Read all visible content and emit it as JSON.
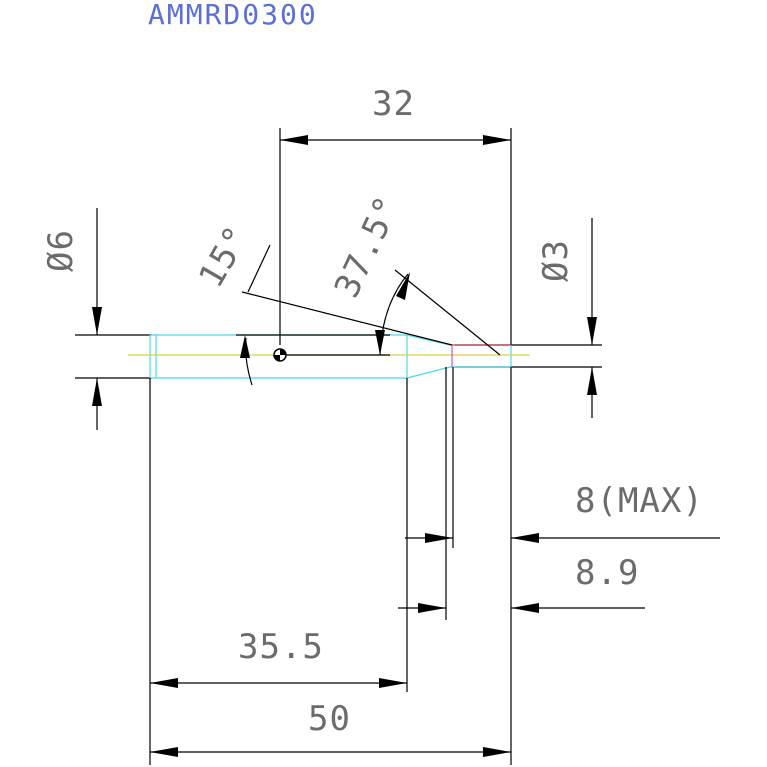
{
  "title": "AMMRD0300",
  "dimensions": {
    "top_length": "32",
    "left_diameter": "Ø6",
    "angle_small": "15°",
    "angle_large": "37.5°",
    "right_diameter": "Ø3",
    "max_length": "8(MAX)",
    "tip_length": "8.9",
    "shank_length": "35.5",
    "total_length": "50"
  },
  "colors": {
    "title": "#5b6fd6",
    "dimension_text": "#6b6b6b",
    "outline": "#4fd8e6",
    "centerline": "#d8d04a",
    "tip_top": "#d04a4a",
    "tip_side": "#c05ad0"
  }
}
